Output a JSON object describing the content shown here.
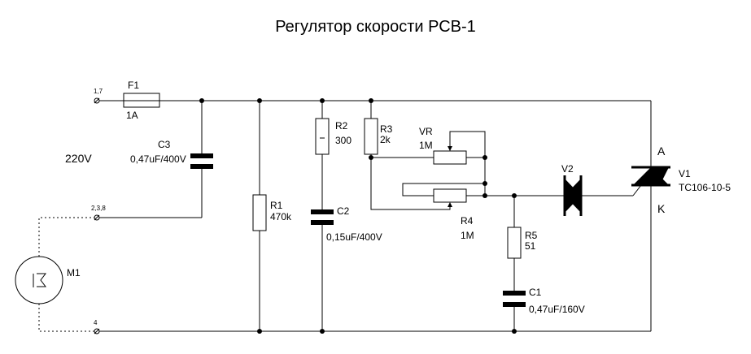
{
  "title": "Регулятор скорости РСВ-1",
  "supply": "220V",
  "terminals": {
    "t1": "1,7",
    "t2": "2,3,8",
    "t3": "4"
  },
  "components": {
    "F1": {
      "name": "F1",
      "value": "1A"
    },
    "C3": {
      "name": "C3",
      "value": "0,47uF/400V"
    },
    "M1": {
      "name": "M1"
    },
    "R1": {
      "name": "R1",
      "value": "470k"
    },
    "R2": {
      "name": "R2",
      "value": "300"
    },
    "C2": {
      "name": "C2",
      "value": "0,15uF/400V"
    },
    "R3": {
      "name": "R3",
      "value": "2k"
    },
    "VR": {
      "name": "VR",
      "value": "1M"
    },
    "R4": {
      "name": "R4",
      "value": "1M"
    },
    "R5": {
      "name": "R5",
      "value": "51"
    },
    "C1": {
      "name": "C1",
      "value": "0,47uF/160V"
    },
    "V2": {
      "name": "V2"
    },
    "V1": {
      "name": "V1",
      "value": "TC106-10-5",
      "anode": "A",
      "cathode": "K"
    }
  }
}
